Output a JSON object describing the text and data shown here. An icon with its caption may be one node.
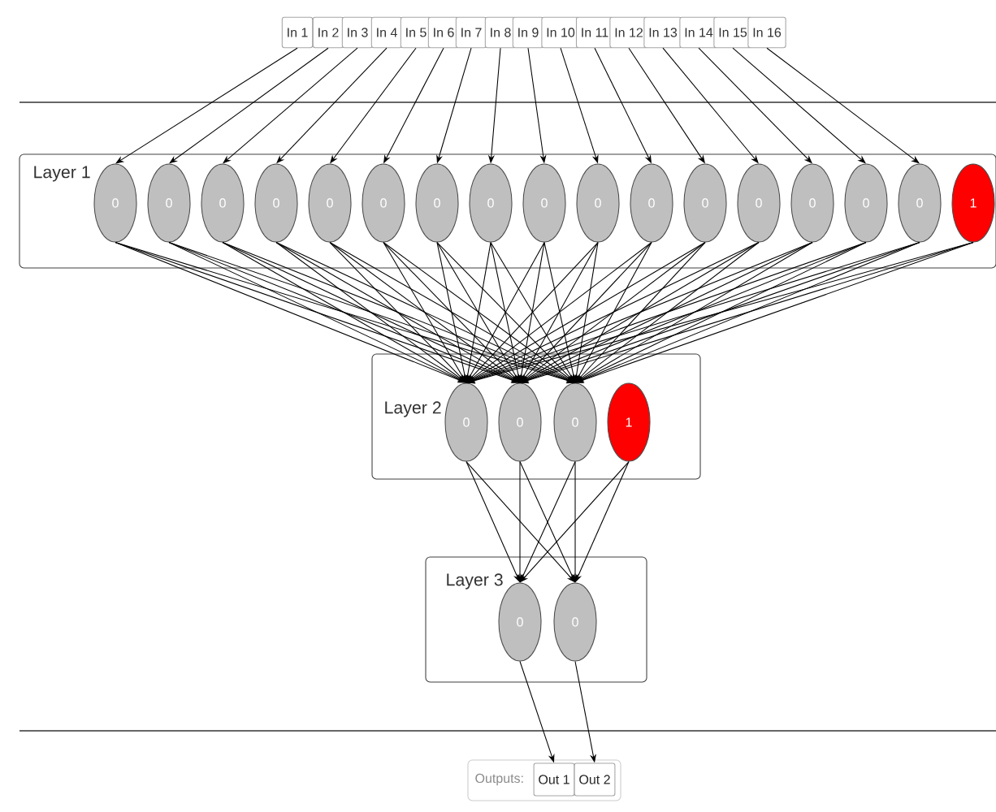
{
  "diagram": {
    "nodes": [
      {
        "text": [
          "In 1"
        ]
      },
      {
        "text": [
          "In 2"
        ]
      },
      {
        "text": [
          "In 3"
        ]
      },
      {
        "text": [
          "In 4"
        ]
      },
      {
        "text": [
          "In 5"
        ]
      },
      {
        "text": [
          "In 6"
        ]
      },
      {
        "text": [
          "In 7"
        ]
      },
      {
        "text": [
          "In 8"
        ]
      },
      {
        "text": [
          "In 9"
        ]
      },
      {
        "text": [
          "In 10"
        ]
      },
      {
        "text": [
          "In 11"
        ]
      },
      {
        "text": [
          "In 12"
        ]
      },
      {
        "text": [
          "In 13"
        ]
      },
      {
        "text": [
          "In 14"
        ]
      },
      {
        "text": [
          "In 15"
        ]
      },
      {
        "text": [
          "In 16"
        ]
      },
      {
        "text": [
          "Layer 1"
        ]
      },
      {
        "text": [
          "0"
        ],
        "in": 16
      },
      {
        "text": [
          "0"
        ],
        "in": 16
      },
      {
        "text": [
          "0"
        ],
        "in": 16
      },
      {
        "text": [
          "0"
        ],
        "in": 16
      },
      {
        "text": [
          "0"
        ],
        "in": 16
      },
      {
        "text": [
          "0"
        ],
        "in": 16
      },
      {
        "text": [
          "0"
        ],
        "in": 16
      },
      {
        "text": [
          "0"
        ],
        "in": 16
      },
      {
        "text": [
          "0"
        ],
        "in": 16
      },
      {
        "text": [
          "0"
        ],
        "in": 16
      },
      {
        "text": [
          "0"
        ],
        "in": 16
      },
      {
        "text": [
          "0"
        ],
        "in": 16
      },
      {
        "text": [
          "0"
        ],
        "in": 16
      },
      {
        "text": [
          "0"
        ],
        "in": 16
      },
      {
        "text": [
          "0"
        ],
        "in": 16
      },
      {
        "text": [
          "0"
        ],
        "in": 16
      },
      {
        "text": [
          "1"
        ],
        "in": 16
      },
      {
        "text": [
          "Layer 2"
        ]
      },
      {
        "text": [
          "0"
        ],
        "in": 34
      },
      {
        "text": [
          "0"
        ],
        "in": 34
      },
      {
        "text": [
          "0"
        ],
        "in": 34
      },
      {
        "text": [
          "1"
        ],
        "in": 34
      },
      {
        "text": [
          "Layer 3"
        ]
      },
      {
        "text": [
          "0"
        ],
        "in": 39
      },
      {
        "text": [
          "0"
        ],
        "in": 39
      },
      {
        "text": [
          "Outputs:"
        ]
      },
      {
        "text": [
          "Out 1"
        ],
        "in": 42
      },
      {
        "text": [
          "Out 2"
        ],
        "in": 42
      }
    ],
    "edges": [
      {
        "from": 0,
        "to": 17,
        "arrow": "to"
      },
      {
        "from": 1,
        "to": 18,
        "arrow": "to"
      },
      {
        "from": 2,
        "to": 19,
        "arrow": "to"
      },
      {
        "from": 3,
        "to": 20,
        "arrow": "to"
      },
      {
        "from": 4,
        "to": 21,
        "arrow": "to"
      },
      {
        "from": 5,
        "to": 22,
        "arrow": "to"
      },
      {
        "from": 6,
        "to": 23,
        "arrow": "to"
      },
      {
        "from": 7,
        "to": 24,
        "arrow": "to"
      },
      {
        "from": 8,
        "to": 25,
        "arrow": "to"
      },
      {
        "from": 9,
        "to": 26,
        "arrow": "to"
      },
      {
        "from": 10,
        "to": 27,
        "arrow": "to"
      },
      {
        "from": 11,
        "to": 28,
        "arrow": "to"
      },
      {
        "from": 12,
        "to": 29,
        "arrow": "to"
      },
      {
        "from": 13,
        "to": 30,
        "arrow": "to"
      },
      {
        "from": 14,
        "to": 31,
        "arrow": "to"
      },
      {
        "from": 15,
        "to": 32,
        "arrow": "to"
      },
      {
        "from": 17,
        "to": 35,
        "arrow": "to"
      },
      {
        "from": 17,
        "to": 36,
        "arrow": "to"
      },
      {
        "from": 17,
        "to": 37,
        "arrow": "to"
      },
      {
        "from": 18,
        "to": 35,
        "arrow": "to"
      },
      {
        "from": 18,
        "to": 36,
        "arrow": "to"
      },
      {
        "from": 18,
        "to": 37,
        "arrow": "to"
      },
      {
        "from": 19,
        "to": 35,
        "arrow": "to"
      },
      {
        "from": 19,
        "to": 36,
        "arrow": "to"
      },
      {
        "from": 19,
        "to": 37,
        "arrow": "to"
      },
      {
        "from": 20,
        "to": 35,
        "arrow": "to"
      },
      {
        "from": 20,
        "to": 36,
        "arrow": "to"
      },
      {
        "from": 20,
        "to": 37,
        "arrow": "to"
      },
      {
        "from": 21,
        "to": 35,
        "arrow": "to"
      },
      {
        "from": 21,
        "to": 36,
        "arrow": "to"
      },
      {
        "from": 21,
        "to": 37,
        "arrow": "to"
      },
      {
        "from": 22,
        "to": 35,
        "arrow": "to"
      },
      {
        "from": 22,
        "to": 36,
        "arrow": "to"
      },
      {
        "from": 22,
        "to": 37,
        "arrow": "to"
      },
      {
        "from": 23,
        "to": 35,
        "arrow": "to"
      },
      {
        "from": 23,
        "to": 36,
        "arrow": "to"
      },
      {
        "from": 23,
        "to": 37,
        "arrow": "to"
      },
      {
        "from": 24,
        "to": 35,
        "arrow": "to"
      },
      {
        "from": 24,
        "to": 36,
        "arrow": "to"
      },
      {
        "from": 24,
        "to": 37,
        "arrow": "to"
      },
      {
        "from": 25,
        "to": 35,
        "arrow": "to"
      },
      {
        "from": 25,
        "to": 36,
        "arrow": "to"
      },
      {
        "from": 25,
        "to": 37,
        "arrow": "to"
      },
      {
        "from": 26,
        "to": 35,
        "arrow": "to"
      },
      {
        "from": 26,
        "to": 36,
        "arrow": "to"
      },
      {
        "from": 26,
        "to": 37,
        "arrow": "to"
      },
      {
        "from": 27,
        "to": 35,
        "arrow": "to"
      },
      {
        "from": 27,
        "to": 36,
        "arrow": "to"
      },
      {
        "from": 27,
        "to": 37,
        "arrow": "to"
      },
      {
        "from": 28,
        "to": 35,
        "arrow": "to"
      },
      {
        "from": 28,
        "to": 36,
        "arrow": "to"
      },
      {
        "from": 28,
        "to": 37,
        "arrow": "to"
      },
      {
        "from": 29,
        "to": 35,
        "arrow": "to"
      },
      {
        "from": 29,
        "to": 36,
        "arrow": "to"
      },
      {
        "from": 29,
        "to": 37,
        "arrow": "to"
      },
      {
        "from": 30,
        "to": 35,
        "arrow": "to"
      },
      {
        "from": 30,
        "to": 36,
        "arrow": "to"
      },
      {
        "from": 30,
        "to": 37,
        "arrow": "to"
      },
      {
        "from": 31,
        "to": 35,
        "arrow": "to"
      },
      {
        "from": 31,
        "to": 36,
        "arrow": "to"
      },
      {
        "from": 31,
        "to": 37,
        "arrow": "to"
      },
      {
        "from": 32,
        "to": 35,
        "arrow": "to"
      },
      {
        "from": 32,
        "to": 36,
        "arrow": "to"
      },
      {
        "from": 32,
        "to": 37,
        "arrow": "to"
      },
      {
        "from": 33,
        "to": 35,
        "arrow": "to"
      },
      {
        "from": 33,
        "to": 36,
        "arrow": "to"
      },
      {
        "from": 33,
        "to": 37,
        "arrow": "to"
      },
      {
        "from": 35,
        "to": 40,
        "arrow": "to"
      },
      {
        "from": 35,
        "to": 41,
        "arrow": "to"
      },
      {
        "from": 36,
        "to": 40,
        "arrow": "to"
      },
      {
        "from": 36,
        "to": 41,
        "arrow": "to"
      },
      {
        "from": 37,
        "to": 40,
        "arrow": "to"
      },
      {
        "from": 37,
        "to": 41,
        "arrow": "to"
      },
      {
        "from": 38,
        "to": 40,
        "arrow": "to"
      },
      {
        "from": 38,
        "to": 41,
        "arrow": "to"
      },
      {
        "from": 40,
        "to": 43,
        "arrow": "to"
      },
      {
        "from": 41,
        "to": 44,
        "arrow": "to"
      }
    ]
  }
}
